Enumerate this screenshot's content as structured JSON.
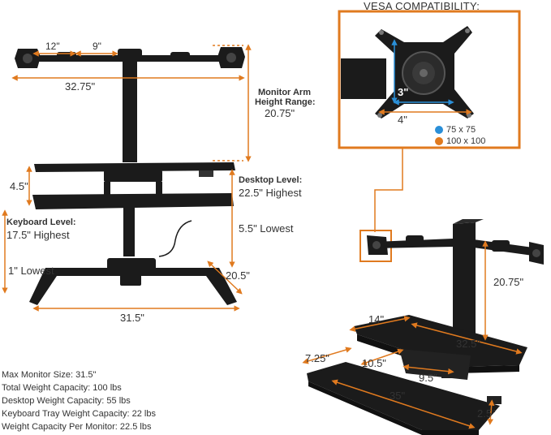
{
  "vesa": {
    "title": "VESA COMPATIBILITY:",
    "dim_3": "3\"",
    "dim_4": "4\"",
    "legend": [
      {
        "label": "75 x 75",
        "color": "#2a8fd8"
      },
      {
        "label": "100 x 100",
        "color": "#e07a1f"
      }
    ]
  },
  "left_dims": {
    "d12": "12\"",
    "d9": "9\"",
    "d3275": "32.75\"",
    "arm_label_1": "Monitor Arm",
    "arm_label_2": "Height Range:",
    "arm_value": "20.75\"",
    "d45": "4.5\"",
    "desk_level": "Desktop Level:",
    "desk_highest": "22.5\" Highest",
    "lowest55": "5.5\" Lowest",
    "kb_level": "Keyboard Level:",
    "kb_highest": "17.5\" Highest",
    "lowest1": "1\" Lowest",
    "d205": "20.5\"",
    "d315": "31.5\""
  },
  "right_dims": {
    "d2075": "20.75\"",
    "d14": "14\"",
    "d325": "32.5\"",
    "d725": "7.25\"",
    "d105": "10.5\"",
    "d95": "9.5\"",
    "d35": "35\"",
    "d25": "2.5\""
  },
  "specs": [
    "Max Monitor Size: 31.5\"",
    "Total Weight Capacity: 100 lbs",
    "Desktop Weight Capacity: 55 lbs",
    "Keyboard Tray Weight Capacity: 22 lbs",
    "Weight Capacity Per Monitor: 22.5 lbs"
  ],
  "colors": {
    "accent": "#e07a1f",
    "blue": "#2a8fd8",
    "product": "#1b1b1b"
  }
}
